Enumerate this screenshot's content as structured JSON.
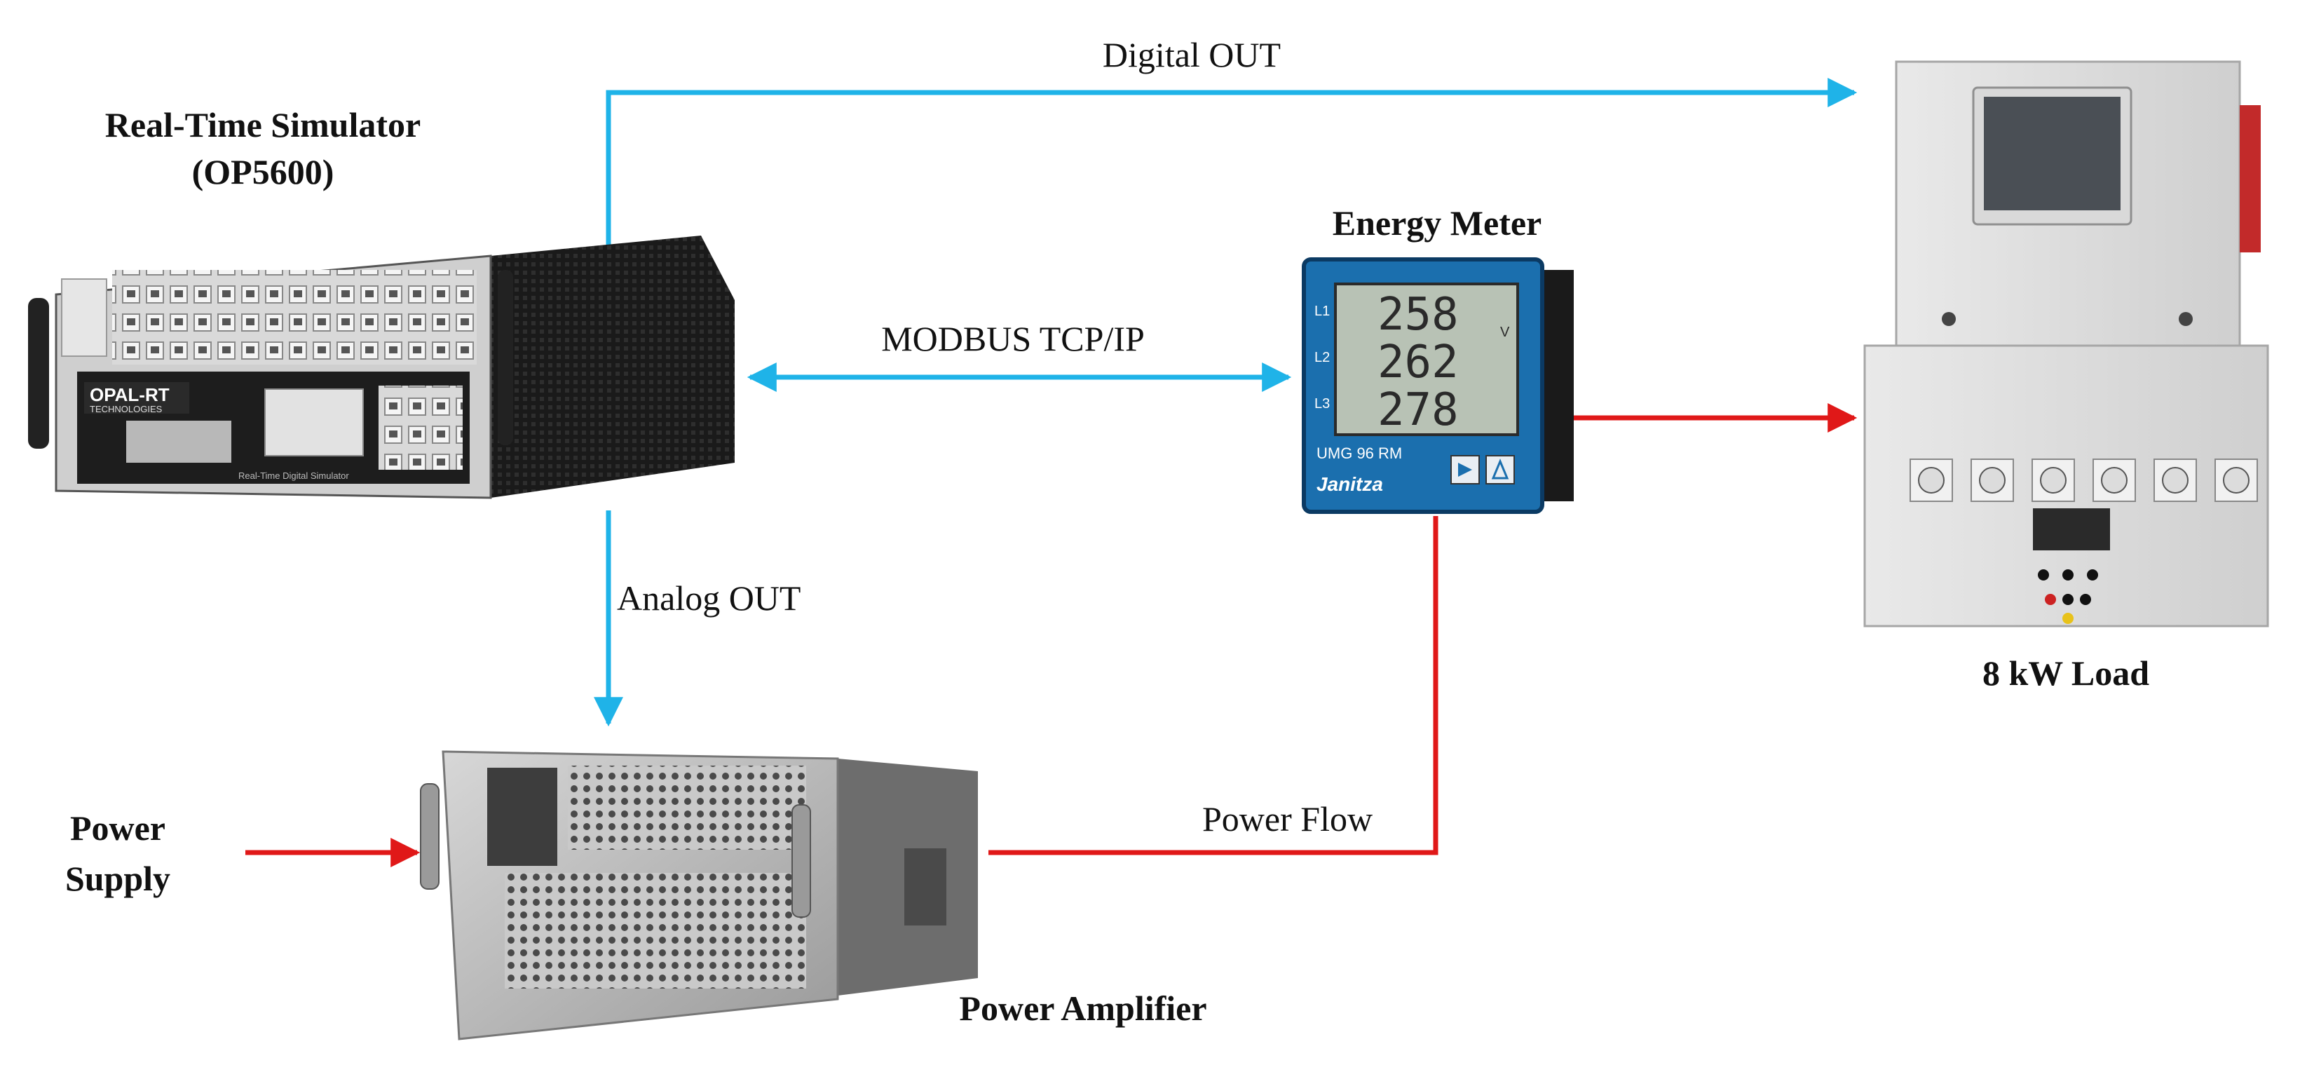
{
  "colors": {
    "data_arrow": "#1fb3e8",
    "power_arrow": "#e01818",
    "label_text": "#111111"
  },
  "labels": {
    "simulator_line1": "Real-Time Simulator",
    "simulator_line2": "(OP5600)",
    "energy_meter": "Energy Meter",
    "load": "8 kW Load",
    "power_supply_line1": "Power",
    "power_supply_line2": "Supply",
    "power_amplifier": "Power Amplifier"
  },
  "connections": {
    "digital_out": "Digital OUT",
    "modbus": "MODBUS TCP/IP",
    "analog_out": "Analog OUT",
    "power_flow": "Power Flow"
  },
  "devices": {
    "simulator": {
      "brand_line1": "OPAL-RT",
      "brand_line2": "TECHNOLOGIES",
      "caption": "Real-Time Digital Simulator"
    },
    "meter": {
      "readings": [
        "258",
        "262",
        "278"
      ],
      "phase_labels": [
        "L1",
        "L2",
        "L3"
      ],
      "unit": "V",
      "model": "UMG 96 RM",
      "brand": "Janitza"
    }
  },
  "icons": {
    "simulator": "rack-simulator-icon",
    "meter": "energy-meter-icon",
    "load": "load-cabinet-icon",
    "amplifier": "power-amplifier-icon"
  }
}
